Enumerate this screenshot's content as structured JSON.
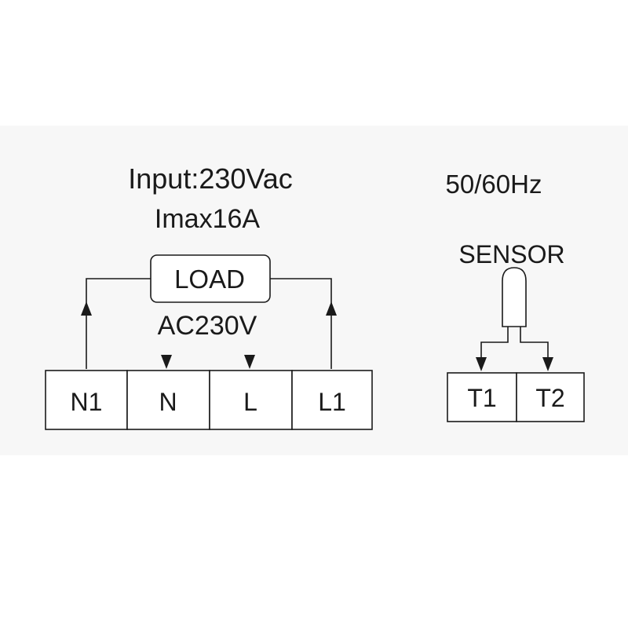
{
  "specs": {
    "input": "Input:230Vac",
    "imax": "Imax16A",
    "frequency": "50/60Hz"
  },
  "load": {
    "label": "LOAD",
    "voltage": "AC230V"
  },
  "sensor": {
    "label": "SENSOR"
  },
  "power_terminals": [
    "N1",
    "N",
    "L",
    "L1"
  ],
  "sensor_terminals": [
    "T1",
    "T2"
  ],
  "colors": {
    "background_band": "#f7f7f7",
    "stroke": "#1a1a1a"
  }
}
